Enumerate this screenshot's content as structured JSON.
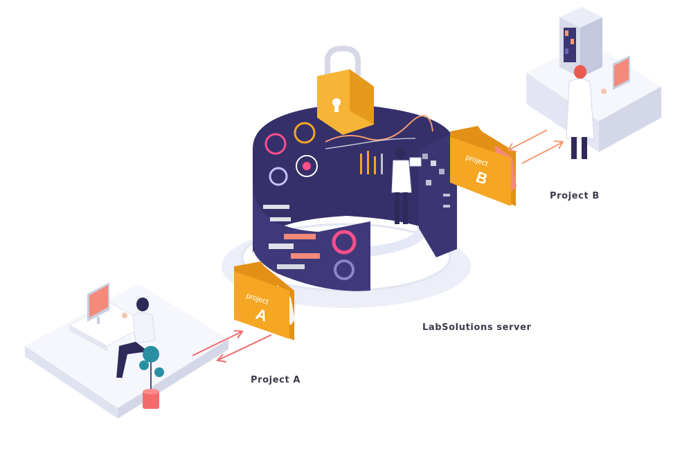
{
  "labels": {
    "project_a": "Project A",
    "project_b": "Project B",
    "server": "LabSolutions server"
  },
  "folders": {
    "a": {
      "word": "project",
      "letter": "A"
    },
    "b": {
      "word": "project",
      "letter": "B"
    }
  },
  "colors": {
    "server_panel": "#3b3573",
    "folder_orange": "#f5a623",
    "lock_gold": "#f6b537",
    "arrow_a": "#ef6b6b",
    "arrow_b": "#f39a70",
    "platform": "#eef0f8",
    "accent_pink": "#ff4f8b"
  },
  "icons": [
    "lock-icon",
    "folder-icon",
    "monitor-icon",
    "server-rack-icon",
    "person-icon",
    "plant-icon"
  ]
}
